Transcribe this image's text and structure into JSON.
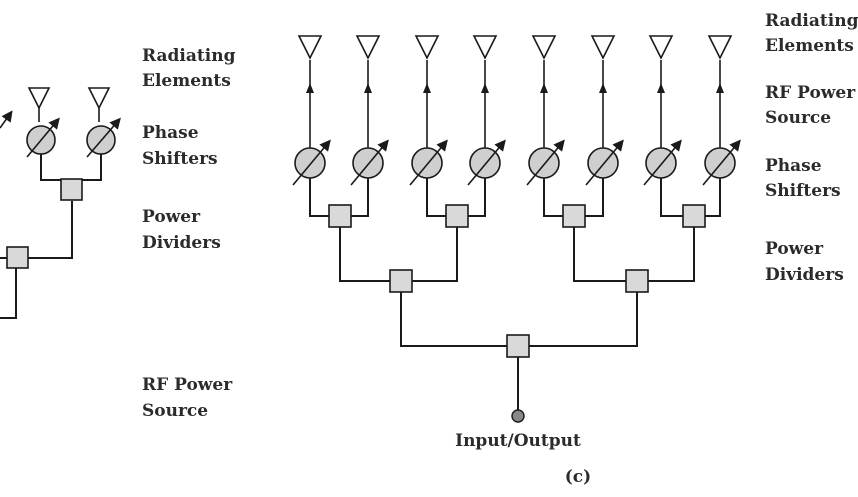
{
  "labels": {
    "left_radiating": [
      "Radiating",
      "Elements"
    ],
    "left_phase": [
      "Phase",
      "Shifters"
    ],
    "left_power": [
      "Power",
      "Dividers"
    ],
    "left_rf": [
      "RF Power",
      "Source"
    ],
    "right_radiating": [
      "Radiating",
      "Elements"
    ],
    "right_rf": [
      "RF Power",
      "Source"
    ],
    "right_phase": [
      "Phase",
      "Shifters"
    ],
    "right_power": [
      "Power",
      "Dividers"
    ],
    "io": "Input/Output",
    "panel": "(c)"
  },
  "icons": [
    "antenna-icon",
    "phase-shifter-icon",
    "power-divider-icon",
    "arrow-up-icon",
    "port-icon"
  ]
}
